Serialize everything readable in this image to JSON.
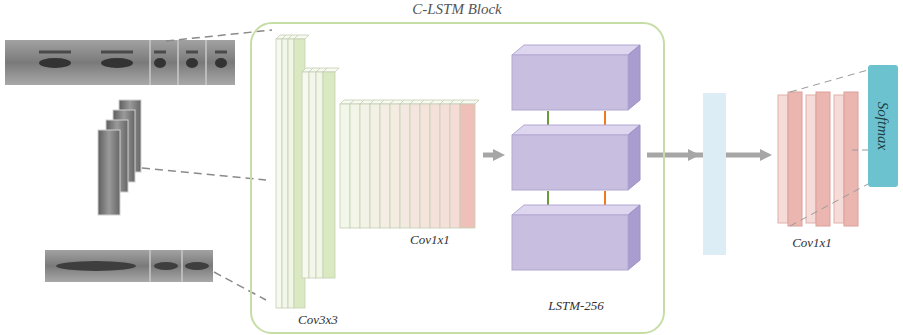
{
  "diagram": {
    "nodes": [
      {
        "text": [
          "C-LSTM Block"
        ]
      },
      {
        "text": [
          "Cov3x3",
          "Cov1x1"
        ],
        "in": 0
      },
      {
        "text": [
          "LSTM-256"
        ],
        "in": 0
      },
      {
        "text": [
          "Cov1x1"
        ]
      },
      {
        "text": [
          "Softmax"
        ]
      }
    ],
    "edges": [
      {
        "from": 1,
        "to": 2,
        "arrow": "to"
      },
      {
        "from": 2,
        "to": 3,
        "arrow": "to"
      },
      {
        "from": 3,
        "to": 4,
        "arrow": "none"
      }
    ]
  }
}
